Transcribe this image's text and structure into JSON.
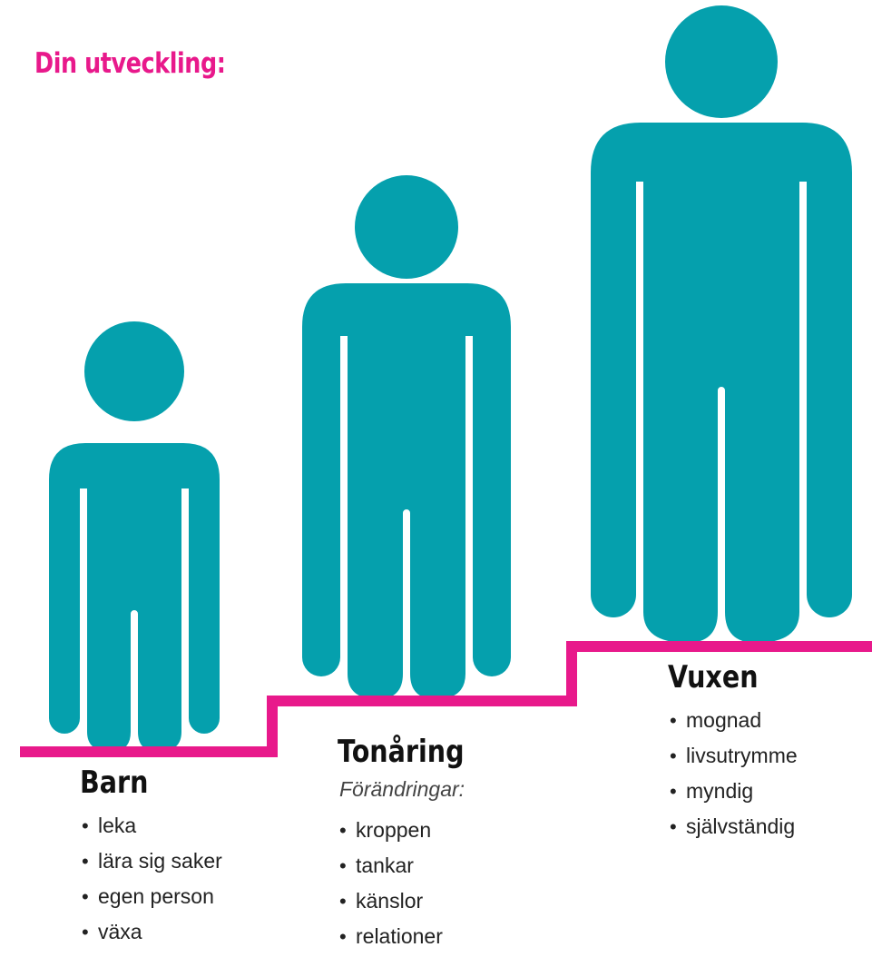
{
  "title": "Din utveckling:",
  "colors": {
    "accent": "#e8198b",
    "figure": "#05a0ad",
    "text": "#222222"
  },
  "stages": [
    {
      "heading": "Barn",
      "subtitle": "",
      "items": [
        "leka",
        "lära sig saker",
        "egen person",
        "växa"
      ]
    },
    {
      "heading": "Tonåring",
      "subtitle": "Förändringar:",
      "items": [
        "kroppen",
        "tankar",
        "känslor",
        "relationer"
      ]
    },
    {
      "heading": "Vuxen",
      "subtitle": "",
      "items": [
        "mognad",
        "livsutrymme",
        "myndig",
        "självständig"
      ]
    }
  ]
}
